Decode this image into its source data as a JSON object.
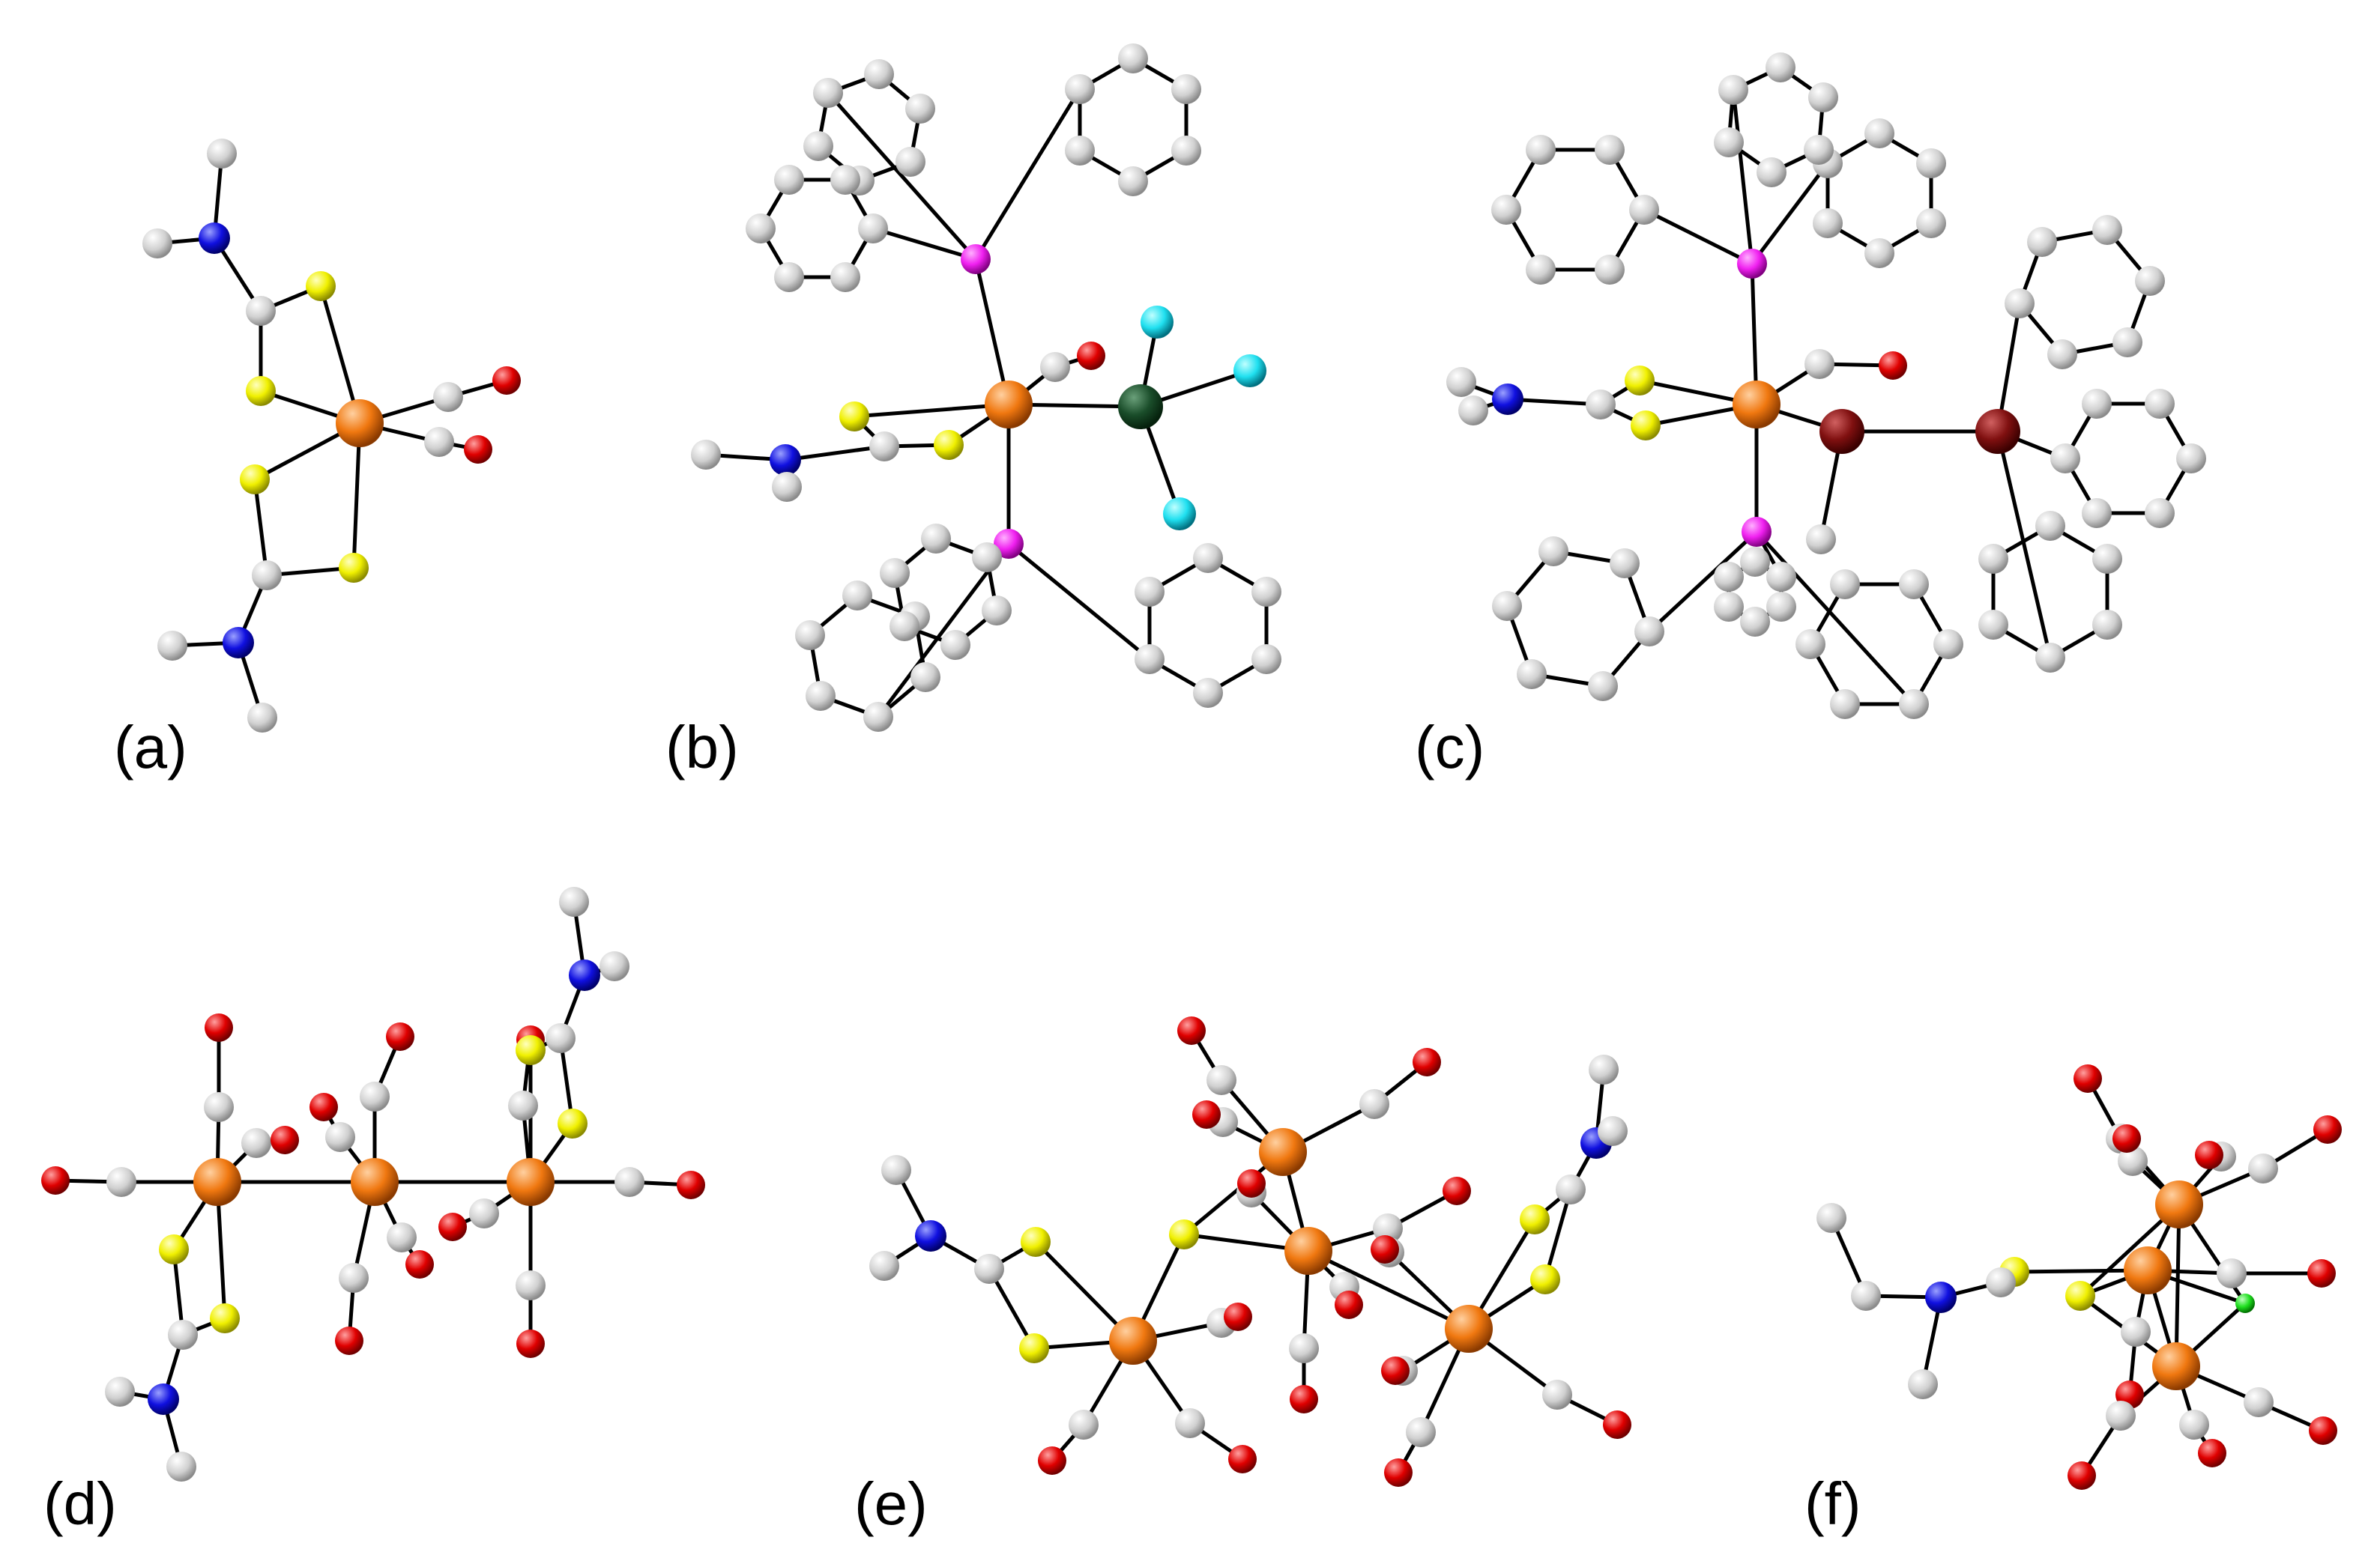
{
  "figure": {
    "panels": [
      {
        "id": "a",
        "label": "(a)"
      },
      {
        "id": "b",
        "label": "(b)"
      },
      {
        "id": "c",
        "label": "(c)"
      },
      {
        "id": "d",
        "label": "(d)"
      },
      {
        "id": "e",
        "label": "(e)"
      },
      {
        "id": "f",
        "label": "(f)"
      }
    ]
  },
  "atom_colors": {
    "C": "#d8d8d8",
    "N": "#1010e0",
    "S": "#f0f000",
    "O": "#e00000",
    "Metal": "#f07810",
    "P": "#f020f0",
    "F": "#20e0f0",
    "X_dark_green": "#1a4d2a",
    "X_dark_red": "#801010",
    "X_green": "#20e020"
  }
}
